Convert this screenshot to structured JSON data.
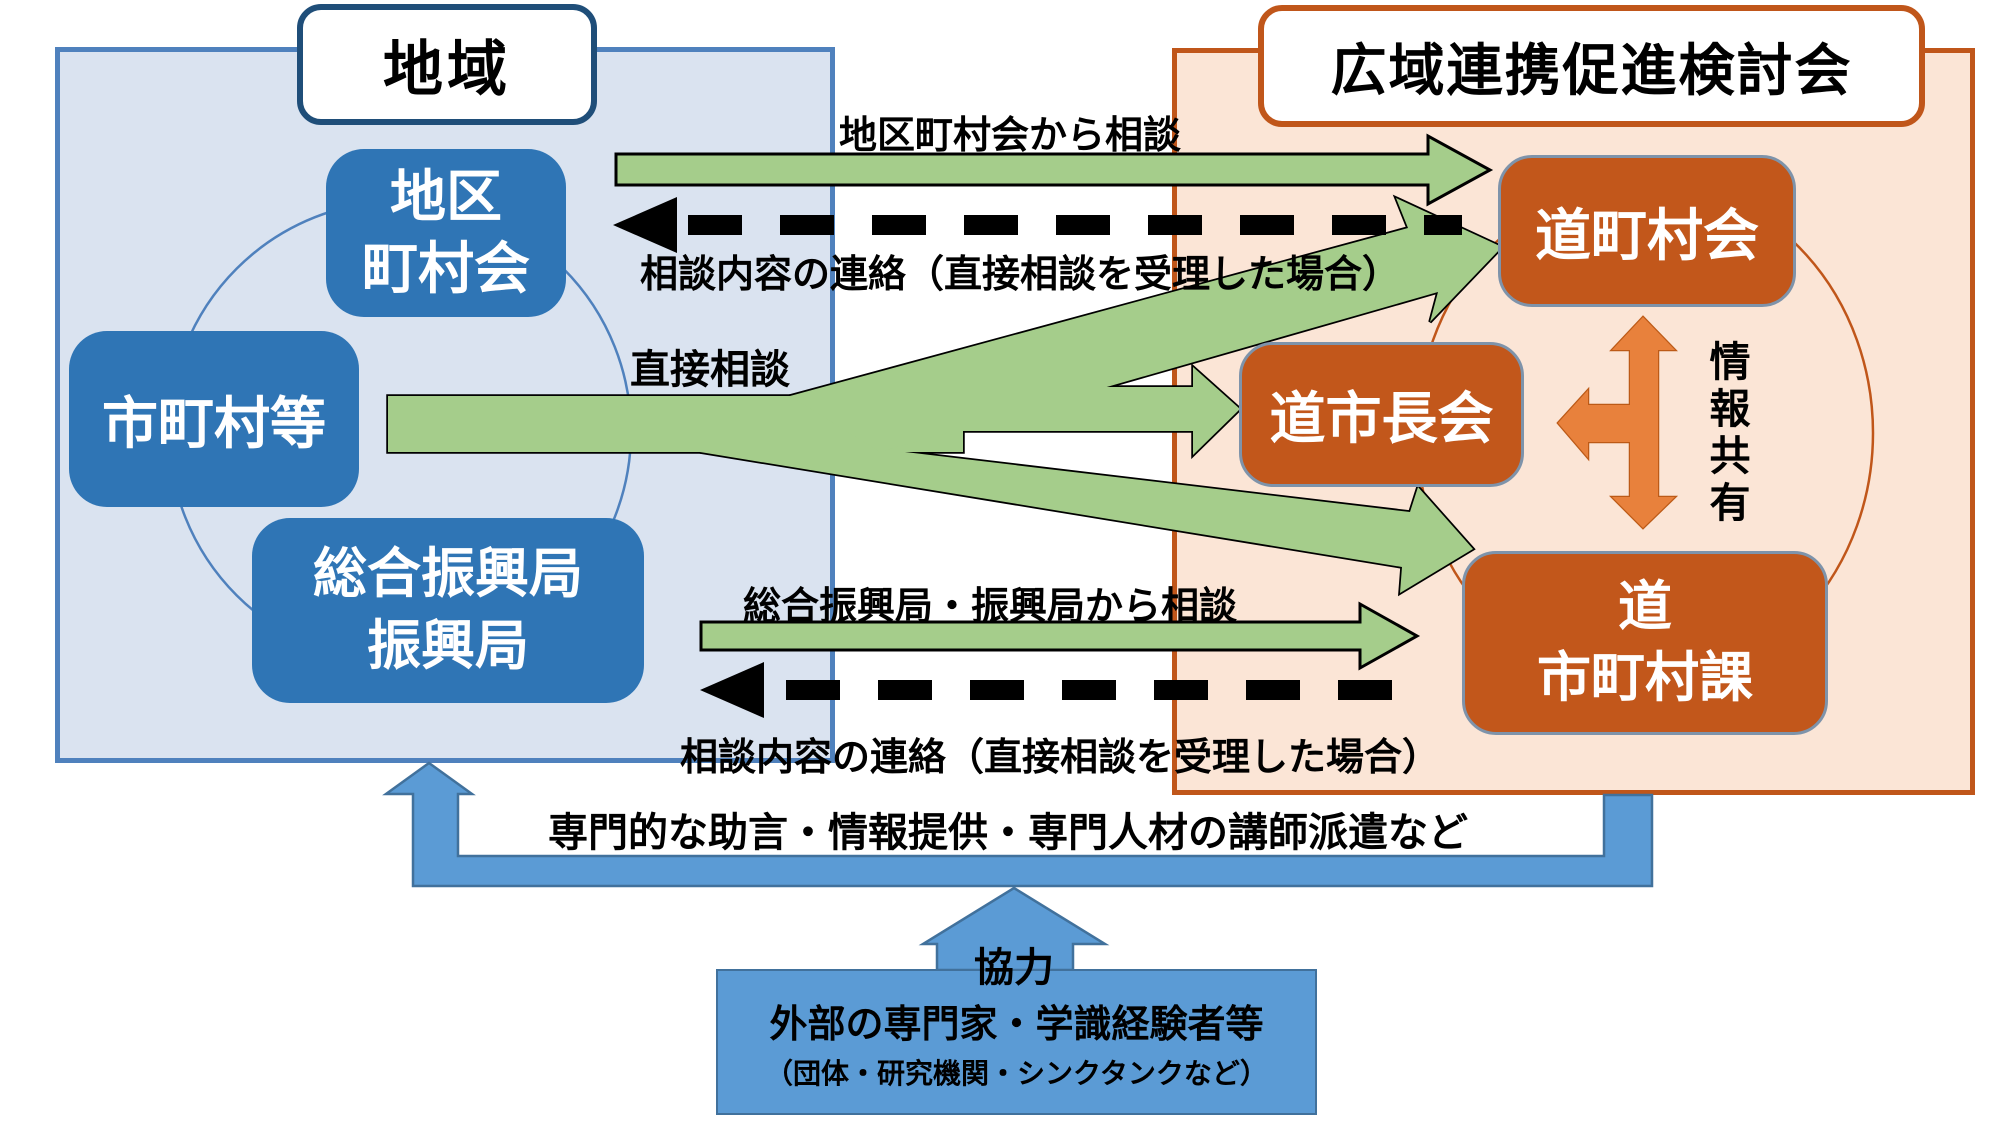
{
  "regions": {
    "left": {
      "title": "地域",
      "fill": "#dae3f0",
      "border": "#4f81bd",
      "tab_border": "#1f4e79"
    },
    "right": {
      "title": "広域連携促進検討会",
      "fill": "#fbe5d6",
      "border": "#c0561a",
      "tab_border": "#c0561a"
    }
  },
  "nodes": {
    "chiku_chosonkai": {
      "lines": [
        "地区",
        "町村会"
      ],
      "fill": "#2f75b5"
    },
    "shichoson_to": {
      "label": "市町村等",
      "fill": "#2f75b5"
    },
    "sogo_shinkokyoku": {
      "lines": [
        "総合振興局",
        "振興局"
      ],
      "fill": "#2f75b5"
    },
    "do_chosonkai": {
      "label": "道町村会",
      "fill": "#c2571b"
    },
    "do_shichokai": {
      "label": "道市長会",
      "fill": "#c2571b"
    },
    "do_shichosonka": {
      "lines": [
        "道",
        "市町村課"
      ],
      "fill": "#c2571b"
    },
    "external_experts": {
      "lines": [
        "外部の専門家・学識経験者等",
        "（団体・研究機関・シンクタンクなど）"
      ],
      "fill": "#5b9bd5"
    }
  },
  "arrow_labels": {
    "district_consult": "地区町村会から相談",
    "district_report": "相談内容の連絡（直接相談を受理した場合）",
    "direct_consult": "直接相談",
    "bureau_consult": "総合振興局・振興局から相談",
    "bureau_report": "相談内容の連絡（直接相談を受理した場合）",
    "expert_support": "専門的な助言・情報提供・専門人材の講師派遣など",
    "cooperation": "協力",
    "info_sharing": "情報共有"
  },
  "arrow_colors": {
    "consult_green": "#a5cd8b",
    "report_dash": "#000000",
    "info_orange": "#e8813c",
    "support_blue": "#5b9bd5"
  }
}
